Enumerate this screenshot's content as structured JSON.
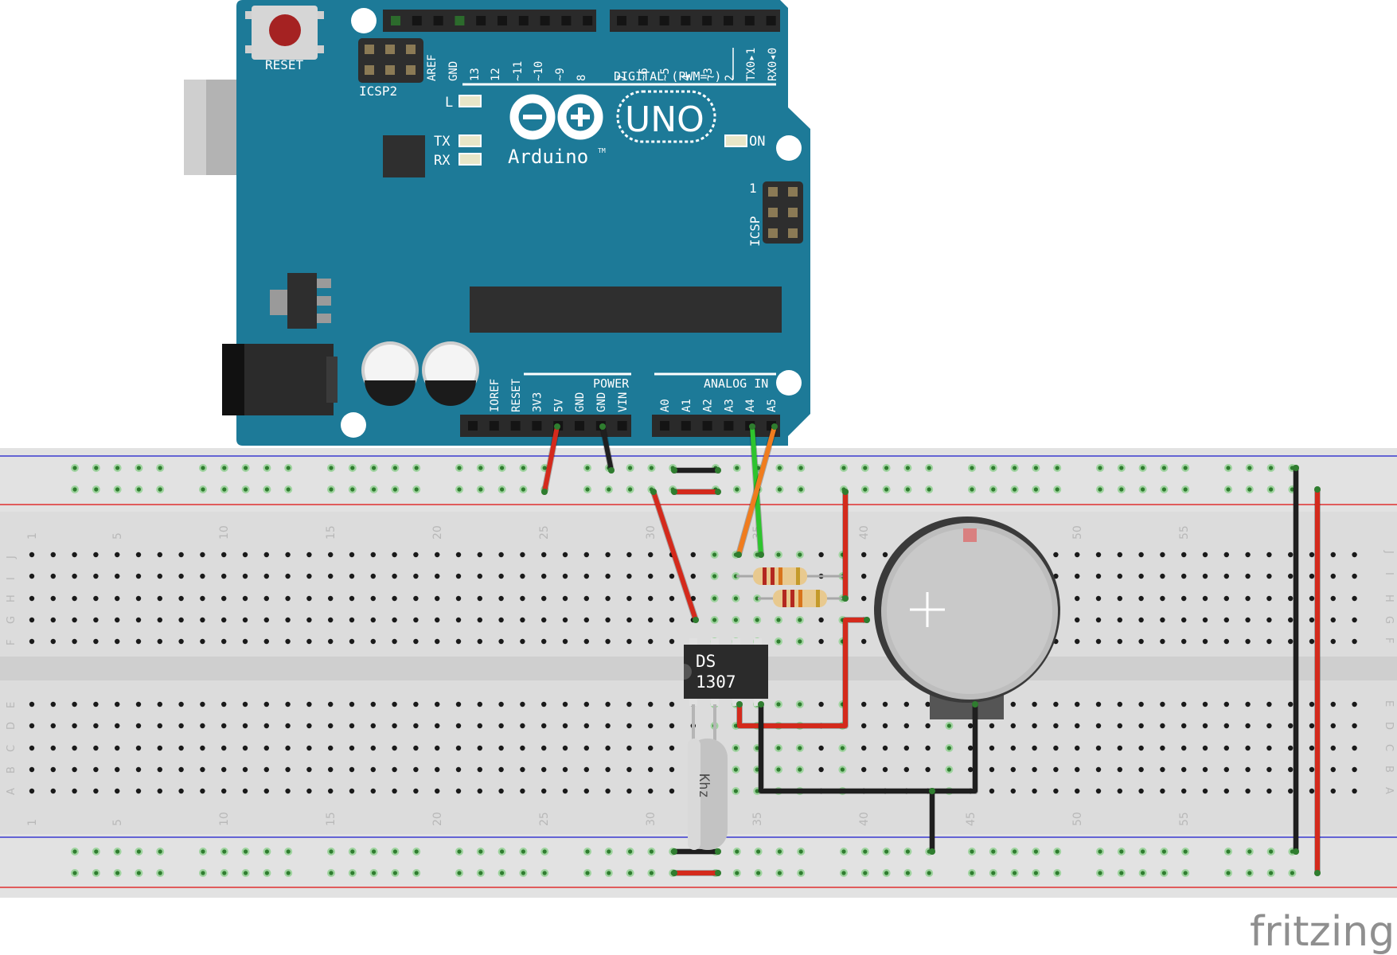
{
  "board": {
    "reset": "RESET",
    "icsp2": "ICSP2",
    "icsp": "ICSP",
    "icsp_pin1": "1",
    "digital_header": "DIGITAL (PWM=~)",
    "digital_pins": [
      "AREF",
      "GND",
      "13",
      "12",
      "~11",
      "~10",
      "~9",
      "8",
      "7",
      "~6",
      "~5",
      "4",
      "~3",
      "2",
      "TX0▸1",
      "RX0◂0"
    ],
    "led_l": "L",
    "led_tx": "TX",
    "led_rx": "RX",
    "led_on": "ON",
    "logo_uno": "UNO",
    "logo_brand": "Arduino",
    "logo_tm": "TM",
    "power_header": "POWER",
    "power_pins": [
      "IOREF",
      "RESET",
      "3V3",
      "5V",
      "GND",
      "GND",
      "VIN"
    ],
    "analog_header": "ANALOG IN",
    "analog_pins": [
      "A0",
      "A1",
      "A2",
      "A3",
      "A4",
      "A5"
    ]
  },
  "breadboard": {
    "column_numbers": [
      "1",
      "5",
      "10",
      "15",
      "20",
      "25",
      "30",
      "35",
      "40",
      "45",
      "50",
      "55"
    ],
    "top_rows": [
      "J",
      "I",
      "H",
      "G",
      "F"
    ],
    "bottom_rows": [
      "E",
      "D",
      "C",
      "B",
      "A"
    ]
  },
  "components": {
    "ic_line1": "DS",
    "ic_line2": "1307",
    "crystal": "Khz",
    "coin_cell_plus": "+"
  },
  "watermark": "fritzing",
  "colors": {
    "board": "#1d7a98",
    "wire_red": "#d42a1c",
    "wire_black": "#1f1f1f",
    "wire_green": "#2ec42e",
    "wire_orange": "#f07c1e",
    "rail_red": "#e03030",
    "rail_blue": "#3a3ad0"
  }
}
